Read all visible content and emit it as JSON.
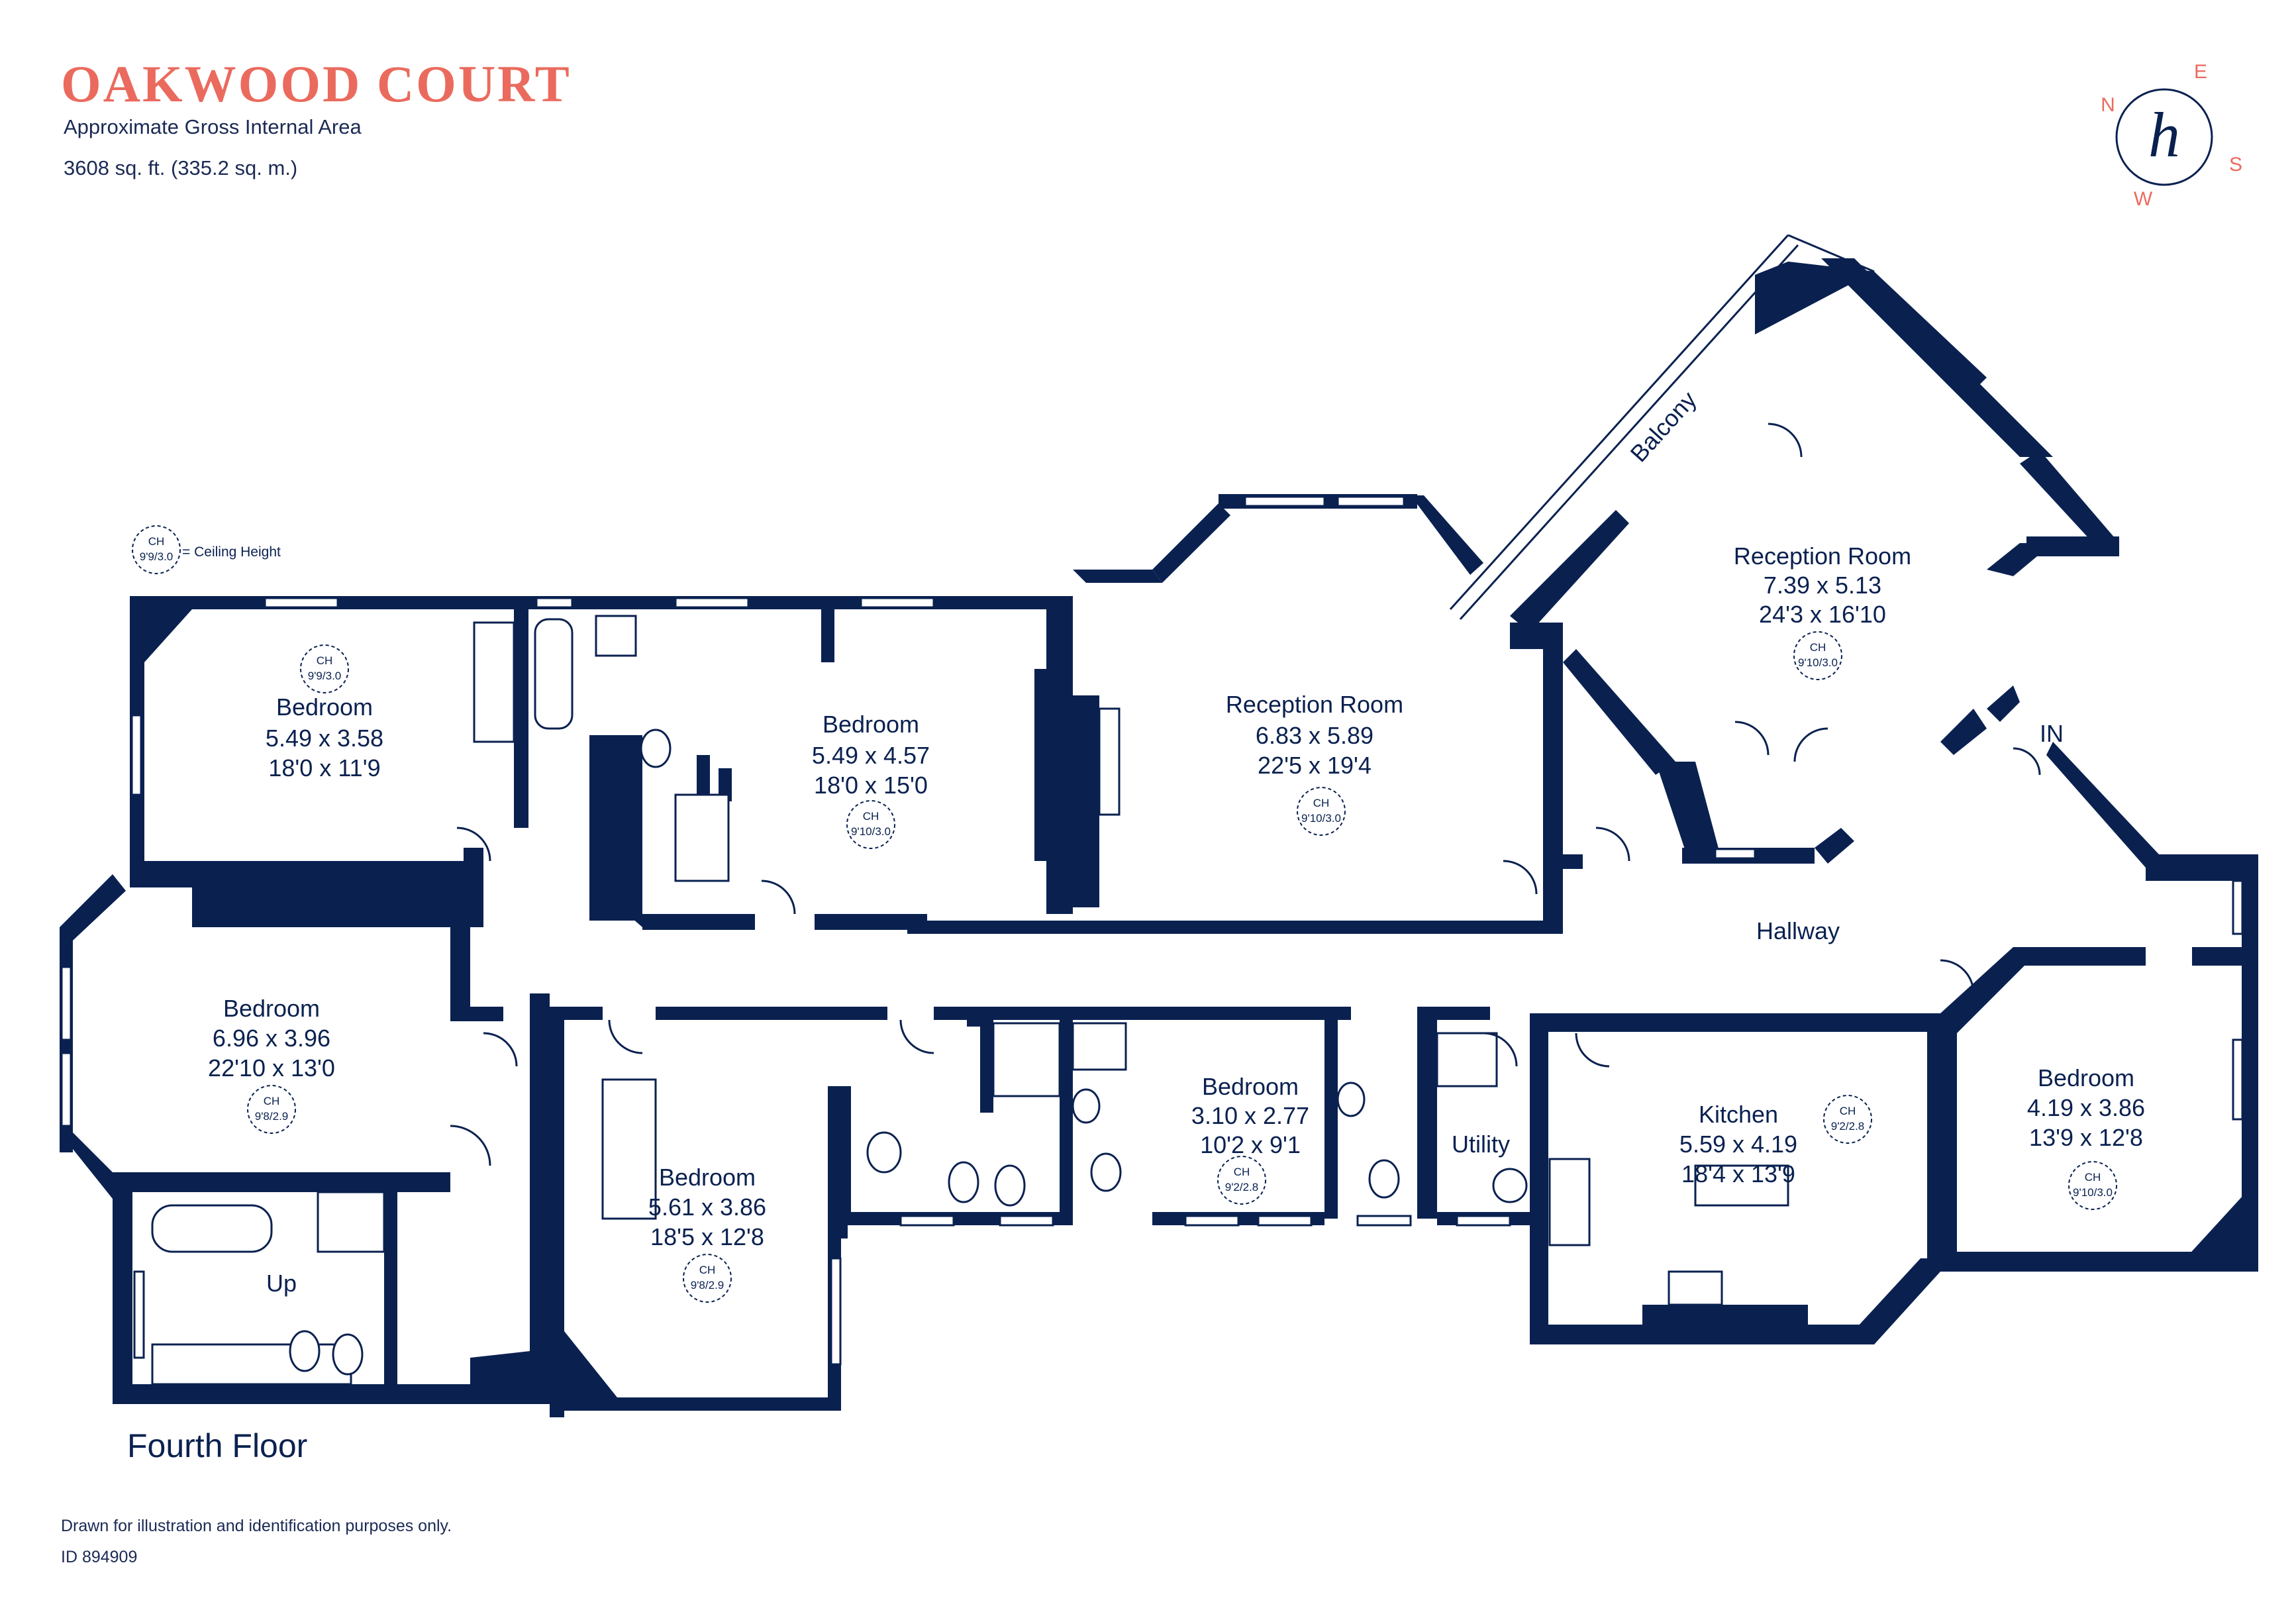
{
  "header": {
    "title": "OAKWOOD COURT",
    "subtitle": "Approximate Gross Internal Area",
    "area": "3608 sq. ft. (335.2 sq. m.)"
  },
  "legend": {
    "ch_line1": "CH",
    "ch_line2": "9'9/3.0",
    "ch_label": "= Ceiling Height"
  },
  "compass": {
    "n": "N",
    "e": "E",
    "s": "S",
    "w": "W",
    "logo_glyph": "h"
  },
  "rooms": [
    {
      "name": "Bedroom",
      "metric": "5.49 x 3.58",
      "imperial": "18'0 x 11'9",
      "ch": "9'9/3.0"
    },
    {
      "name": "Bedroom",
      "metric": "5.49 x 4.57",
      "imperial": "18'0 x 15'0",
      "ch": "9'10/3.0"
    },
    {
      "name": "Reception Room",
      "metric": "6.83 x 5.89",
      "imperial": "22'5 x 19'4",
      "ch": "9'10/3.0"
    },
    {
      "name": "Reception Room",
      "metric": "7.39 x 5.13",
      "imperial": "24'3 x 16'10",
      "ch": "9'10/3.0"
    },
    {
      "name": "Bedroom",
      "metric": "6.96 x 3.96",
      "imperial": "22'10 x 13'0",
      "ch": "9'8/2.9"
    },
    {
      "name": "Bedroom",
      "metric": "5.61 x 3.86",
      "imperial": "18'5 x 12'8",
      "ch": "9'8/2.9"
    },
    {
      "name": "Bedroom",
      "metric": "3.10 x 2.77",
      "imperial": "10'2 x 9'1",
      "ch": "9'2/2.8"
    },
    {
      "name": "Kitchen",
      "metric": "5.59 x 4.19",
      "imperial": "18'4 x 13'9",
      "ch": "9'2/2.8"
    },
    {
      "name": "Bedroom",
      "metric": "4.19 x 3.86",
      "imperial": "13'9 x 12'8",
      "ch": "9'10/3.0"
    }
  ],
  "labels": {
    "hallway": "Hallway",
    "balcony": "Balcony",
    "utility": "Utility",
    "entrance": "IN",
    "stairs": "Up",
    "ch": "CH"
  },
  "floor": "Fourth Floor",
  "footer": {
    "disclaimer": "Drawn for illustration and identification purposes only.",
    "id": "ID 894909"
  },
  "colors": {
    "wall": "#0a2150",
    "accent": "#ea6b5e",
    "text": "#1b2a55"
  }
}
